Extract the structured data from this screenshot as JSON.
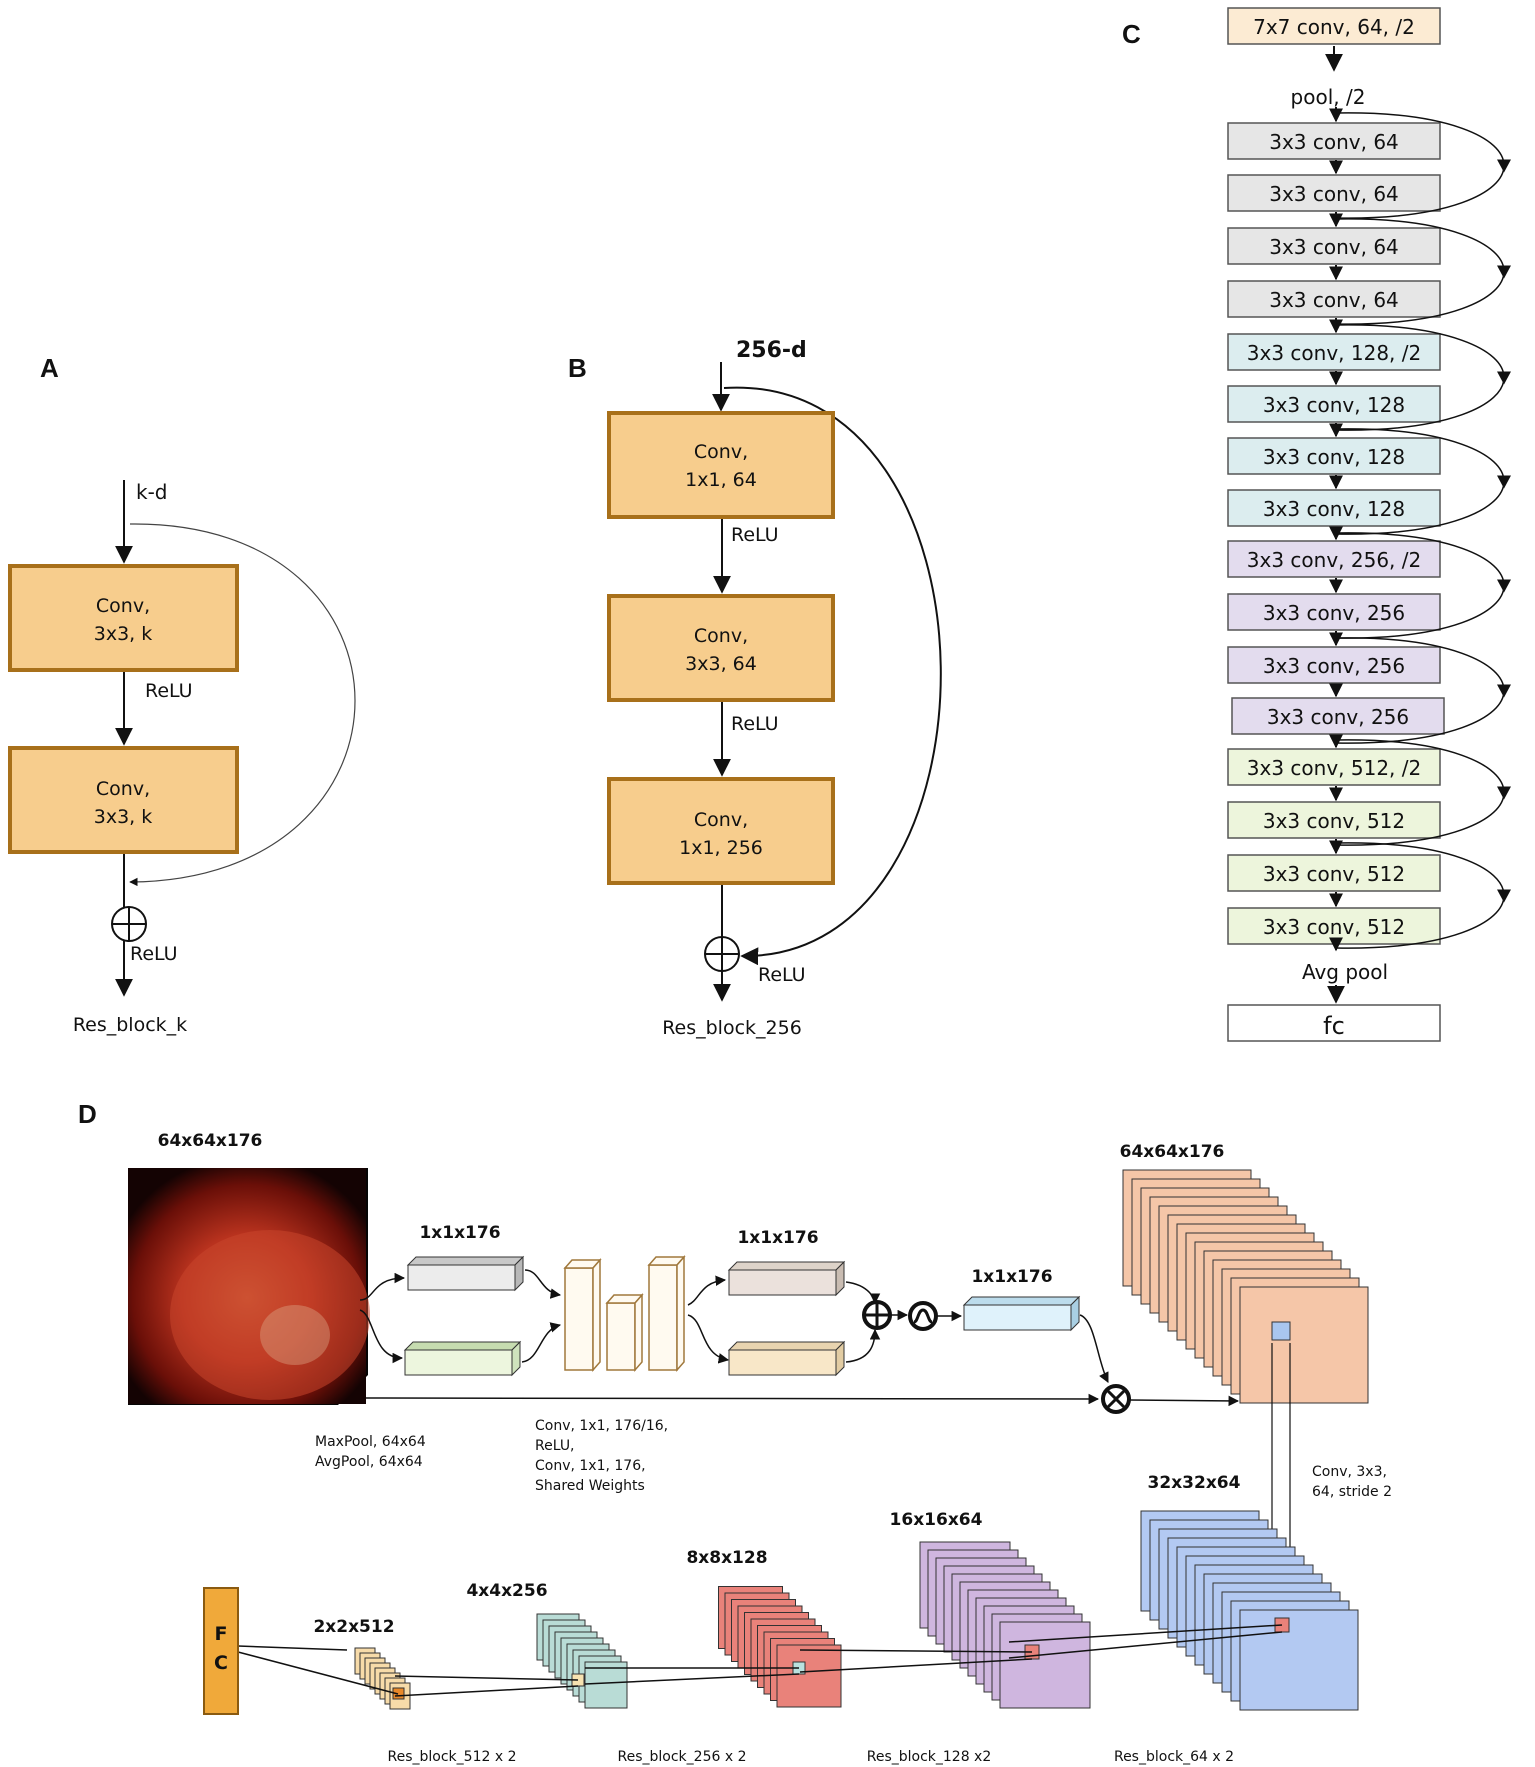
{
  "panels": {
    "a": "A",
    "b": "B",
    "c": "C",
    "d": "D"
  },
  "panel_a": {
    "input_label": "k-d",
    "block1": [
      "Conv,",
      "3x3, k"
    ],
    "relu1": "ReLU",
    "block2": [
      "Conv,",
      "3x3, k"
    ],
    "relu_out": "ReLU",
    "output_label": "Res_block_k"
  },
  "panel_b": {
    "input_label": "256-d",
    "block1": [
      "Conv,",
      "1x1, 64"
    ],
    "relu1": "ReLU",
    "block2": [
      "Conv,",
      "3x3, 64"
    ],
    "relu2": "ReLU",
    "block3": [
      "Conv,",
      "1x1, 256"
    ],
    "relu_out": "ReLU",
    "output_label": "Res_block_256"
  },
  "panel_c": {
    "first_layer": "7x7 conv, 64, /2",
    "pool": "pool,  /2",
    "layers": [
      {
        "label": "3x3 conv,  64",
        "color": "#e6e6e6"
      },
      {
        "label": "3x3 conv,  64",
        "color": "#e6e6e6"
      },
      {
        "label": "3x3 conv,  64",
        "color": "#e6e6e6"
      },
      {
        "label": "3x3 conv,  64",
        "color": "#e6e6e6"
      },
      {
        "label": "3x3 conv,  128,  /2",
        "color": "#dcedef"
      },
      {
        "label": "3x3 conv,  128",
        "color": "#dcedef"
      },
      {
        "label": "3x3 conv,  128",
        "color": "#dcedef"
      },
      {
        "label": "3x3 conv,  128",
        "color": "#dcedef"
      },
      {
        "label": "3x3 conv,  256,  /2",
        "color": "#e3dcee"
      },
      {
        "label": "3x3 conv,  256",
        "color": "#e3dcee"
      },
      {
        "label": "3x3 conv,  256",
        "color": "#e3dcee"
      },
      {
        "label": "3x3 conv,  256",
        "color": "#e3dcee"
      },
      {
        "label": "3x3 conv,  512,  /2",
        "color": "#edf5dc"
      },
      {
        "label": "3x3 conv,  512",
        "color": "#edf5dc"
      },
      {
        "label": "3x3 conv,  512",
        "color": "#edf5dc"
      },
      {
        "label": "3x3 conv,  512",
        "color": "#edf5dc"
      }
    ],
    "avg_pool": "Avg pool",
    "fc": "fc"
  },
  "panel_d": {
    "input_dims": "64x64x176",
    "pool_dims_top": "1x1x176",
    "pool_caption": [
      "MaxPool, 64x64",
      "AvgPool, 64x64"
    ],
    "mlp_caption": [
      "Conv, 1x1, 176/16,",
      "ReLU,",
      "Conv, 1x1, 176,",
      "Shared Weights"
    ],
    "mlp_out_dims": "1x1x176",
    "attention_dims": "1x1x176",
    "output_dims": "64x64x176",
    "conv_caption": [
      "Conv,  3x3,",
      "64, stride 2"
    ],
    "stack_dims": [
      "32x32x64",
      "16x16x64",
      "8x8x128",
      "4x4x256",
      "2x2x512"
    ],
    "fc_label": [
      "F",
      "C"
    ],
    "res_labels": [
      "Res_block_512  x 2",
      "Res_block_256  x 2",
      "Res_block_128  x2",
      "Res_block_64  x 2"
    ],
    "colors": {
      "block_orange": "#f7cd8d",
      "block_border": "#a8701a",
      "out_stack": "#f5c6a8",
      "stack_64": "#b3c9f2",
      "stack_128": "#cfb6df",
      "stack_256": "#e9827a",
      "stack_512": "#b9dcd6",
      "fc": "#f0a93a"
    }
  }
}
